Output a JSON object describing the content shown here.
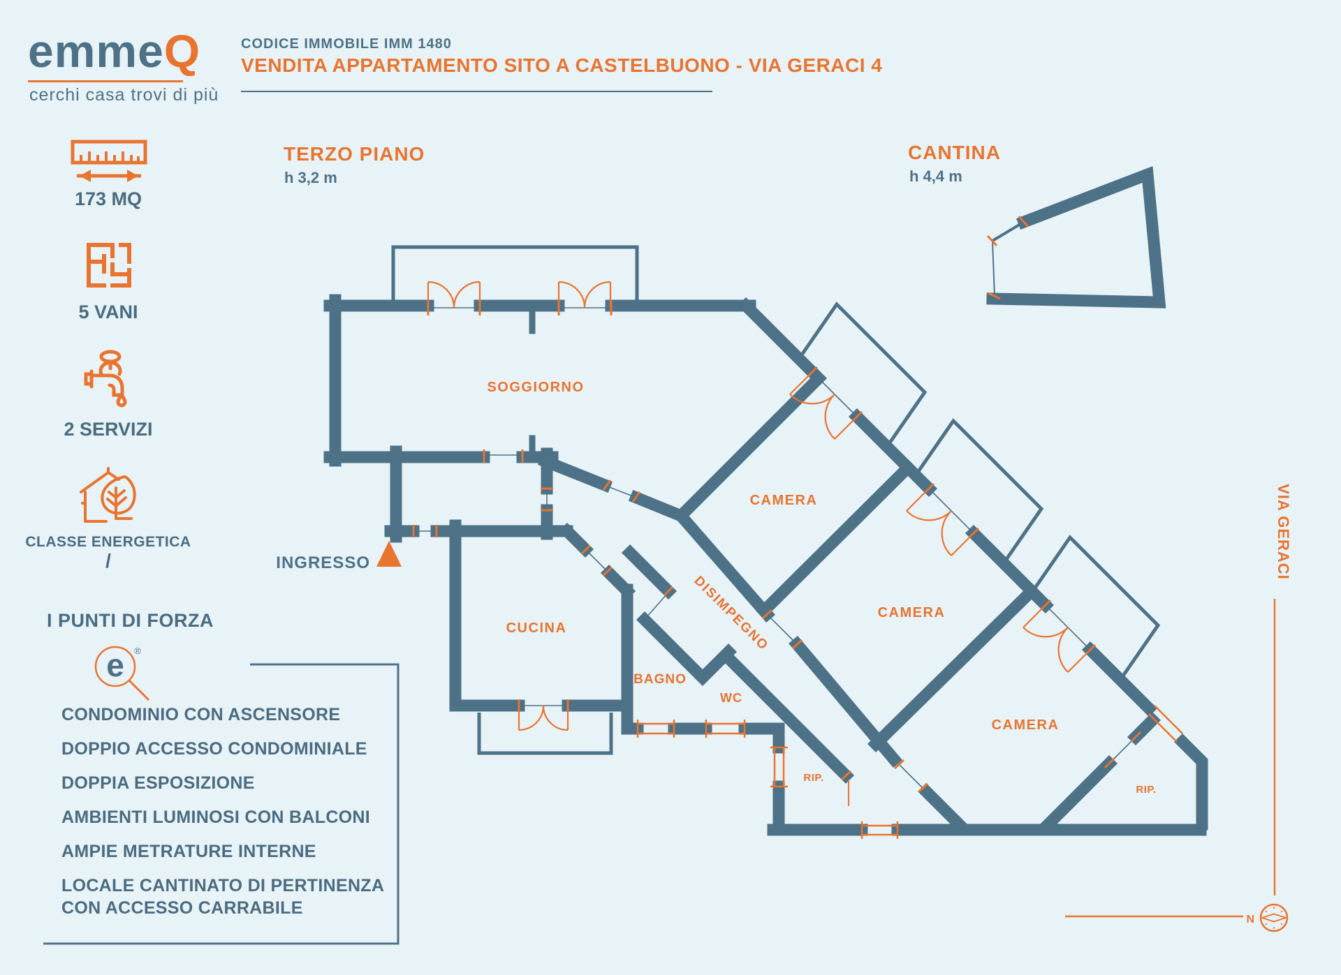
{
  "header": {
    "logo_part1": "emme",
    "logo_part2": "Q",
    "tagline": "cerchi casa  trovi di più",
    "codice": "CODICE IMMOBILE IMM 1480",
    "title": "VENDITA APPARTAMENTO SITO A CASTELBUONO - VIA GERACI 4"
  },
  "sidebar": {
    "mq": "173 MQ",
    "vani": "5 VANI",
    "servizi": "2 SERVIZI",
    "classe_label": "CLASSE ENERGETICA",
    "classe_value": "/",
    "elogo_letter": "e",
    "elogo_reg": "®",
    "punti_title": "I PUNTI DI FORZA",
    "items": [
      "CONDOMINIO CON ASCENSORE",
      "DOPPIO ACCESSO CONDOMINIALE",
      "DOPPIA ESPOSIZIONE",
      "AMBIENTI LUMINOSI CON BALCONI",
      "AMPIE METRATURE INTERNE",
      "LOCALE CANTINATO DI PERTINENZA\nCON ACCESSO CARRABILE"
    ]
  },
  "plan": {
    "floor_title": "TERZO PIANO",
    "floor_height": "h 3,2 m",
    "cantina_title": "CANTINA",
    "cantina_height": "h 4,4 m",
    "ingresso": "INGRESSO",
    "street": "VIA GERACI",
    "north": "N",
    "rooms": {
      "soggiorno": "SOGGIORNO",
      "cucina": "CUCINA",
      "bagno": "BAGNO",
      "wc": "WC",
      "disimpegno": "DISIMPEGNO",
      "camera1": "CAMERA",
      "camera2": "CAMERA",
      "camera3": "CAMERA",
      "rip1": "RIP.",
      "rip2": "RIP."
    }
  },
  "colors": {
    "wall": "#4d7186",
    "accent": "#e8742f",
    "text": "#4a6b80",
    "background": "#e8f3f8"
  }
}
